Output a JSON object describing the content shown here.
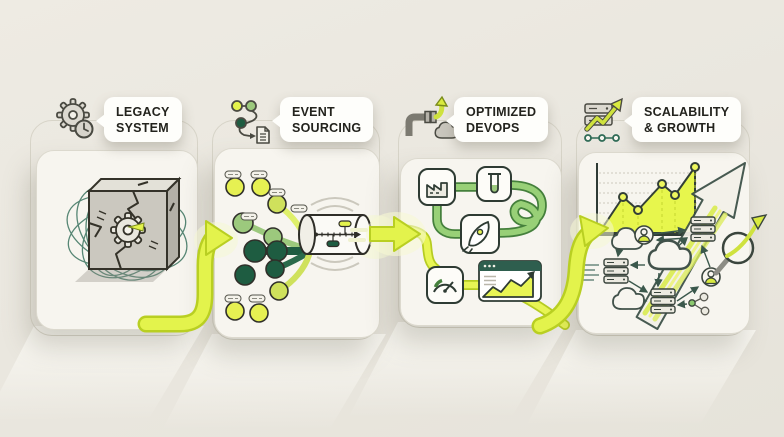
{
  "diagram": {
    "kind": "process-flow",
    "direction": "left-to-right",
    "panels": [
      {
        "id": "legacy-system",
        "label": [
          "LEGACY",
          "SYSTEM"
        ],
        "icon": "gear-clock-icon",
        "illustration": "cracked cube wrapped in tangled lines with stressed gear"
      },
      {
        "id": "event-sourcing",
        "label": [
          "EVENT",
          "SOURCING"
        ],
        "icon": "event-stream-icon",
        "illustration": "event circles with tag pills streaming into an event-log cylinder timeline"
      },
      {
        "id": "optimized-devops",
        "label": [
          "OPTIMIZED",
          "DEVOPS"
        ],
        "icon": "pipe-arrow-icon",
        "illustration": "pipeline tubes linking factory, test-tube, rocket, gauge and analytics window",
        "nodes": [
          "factory",
          "test-tube",
          "rocket",
          "gauge",
          "analytics-window"
        ]
      },
      {
        "id": "scalability-growth",
        "label": [
          "SCALABILITY",
          "& GROWTH"
        ],
        "icon": "server-growth-icon",
        "illustration": "growth area chart, big up arrow, cloud-server network, magnifier with arrow"
      }
    ],
    "growth_chart": {
      "type": "area",
      "values": [
        0,
        52,
        34,
        68,
        55,
        92
      ],
      "markers": 5,
      "fill": "#e7f64d"
    },
    "colors": {
      "background": "#eae7df",
      "card": "#f7f5ef",
      "accent_yellow": "#e3f34c",
      "accent_yellow_outline": "#b9cf22",
      "green_light": "#9cc97d",
      "green_dark": "#1e5c41",
      "tube_green": "#98d077",
      "ink": "#2e3b33"
    }
  }
}
